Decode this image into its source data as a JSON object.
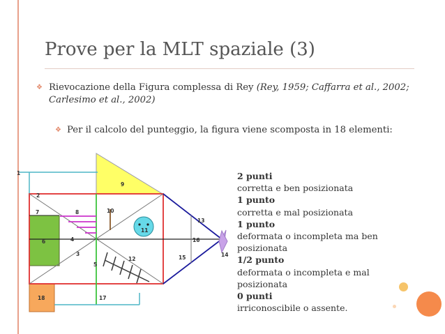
{
  "title": "Prove per la MLT spaziale (3)",
  "bullets": {
    "b1_plain": "Rievocazione della Figura complessa di Rey ",
    "b1_italic": "(Rey, 1959; Caffarra et al., 2002; Carlesimo et al., 2002)",
    "b2": "Per il calcolo del punteggio, la figura viene scomposta in 18 elementi:"
  },
  "figure_labels": [
    "1",
    "2",
    "3",
    "4",
    "5",
    "6",
    "7",
    "8",
    "9",
    "10",
    "11",
    "12",
    "13",
    "14",
    "15",
    "16",
    "17",
    "18"
  ],
  "legend": [
    {
      "heading": "2 punti",
      "desc": "corretta e ben posizionata"
    },
    {
      "heading": "1 punto",
      "desc": "corretta e mal posizionata"
    },
    {
      "heading": "1 punto",
      "desc": "deformata o incompleta ma ben posizionata"
    },
    {
      "heading": "1/2 punto",
      "desc": "deformata o incompleta e mal posizionata"
    },
    {
      "heading": "0 punti",
      "desc": "irriconoscibile o assente."
    }
  ],
  "colors": {
    "accent": "#e38a6c",
    "rect": "#e03030",
    "triangle": "#ffff66",
    "green_box": "#7dc242",
    "blue": "#1a1a9c",
    "magenta": "#cc33cc",
    "lavender": "#c8a2e8",
    "orange_box": "#f7a85c",
    "cyan": "#4db6c6"
  }
}
